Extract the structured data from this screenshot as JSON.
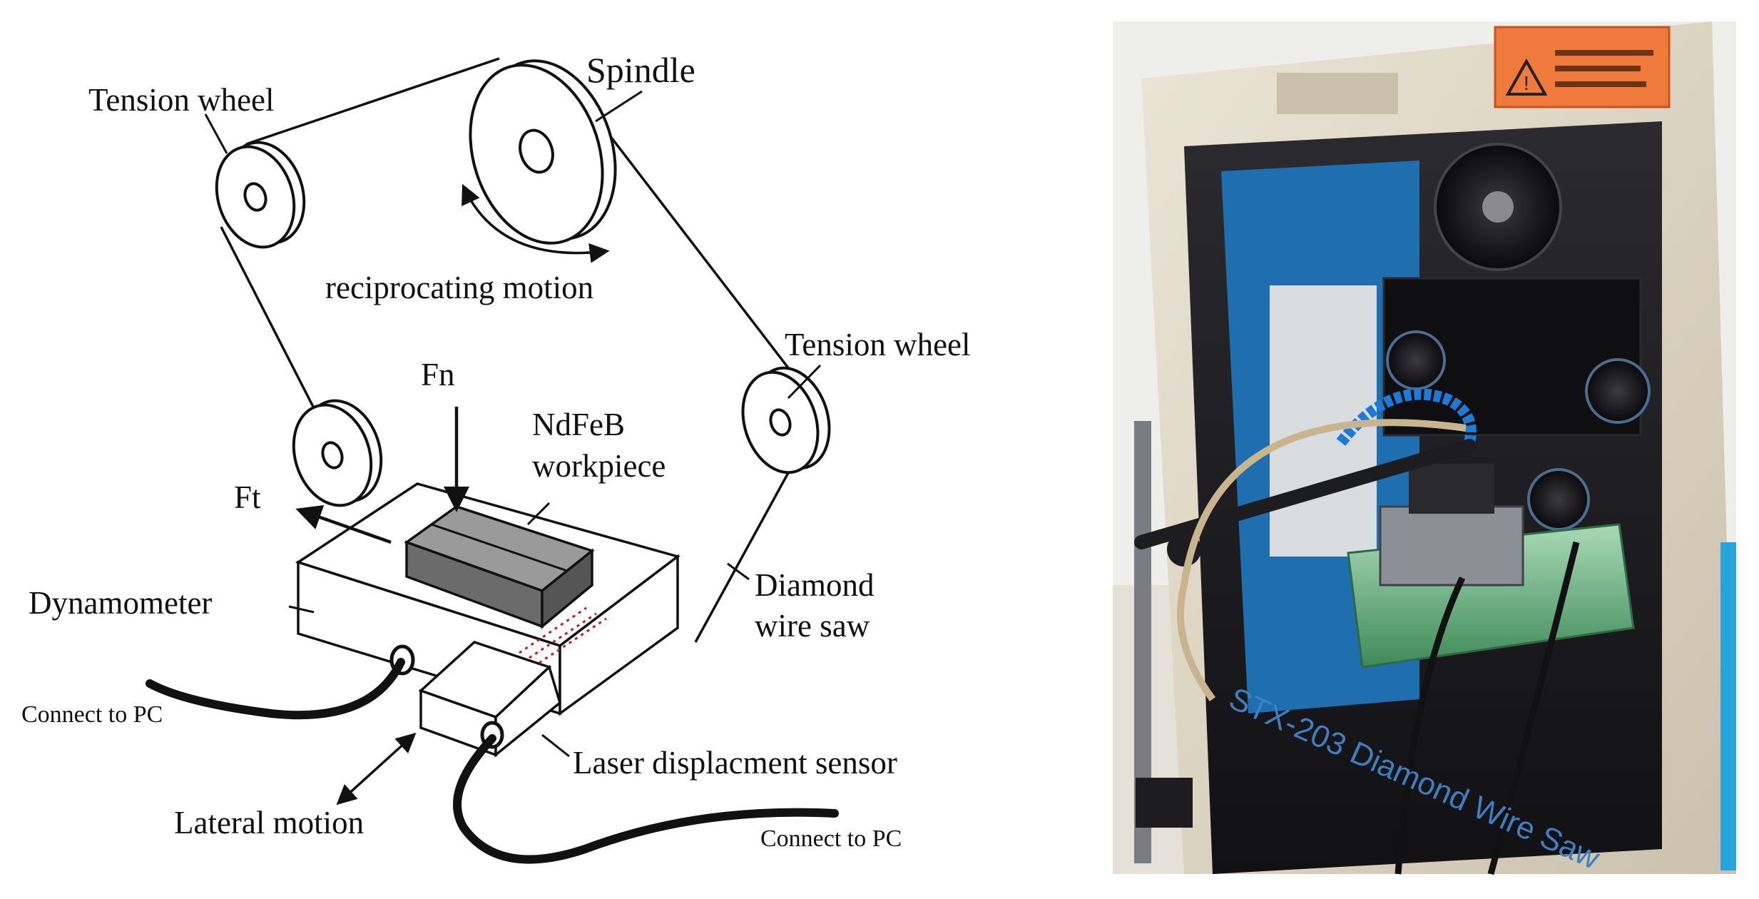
{
  "diagram": {
    "labels": {
      "spindle": "Spindle",
      "tension_wheel_left": "Tension wheel",
      "tension_wheel_right": "Tension wheel",
      "reciprocating_motion": "reciprocating motion",
      "fn": "Fn",
      "ft": "Ft",
      "workpiece_line1": "NdFeB",
      "workpiece_line2": "workpiece",
      "dynamometer": "Dynamometer",
      "diamond_wire_line1": "Diamond",
      "diamond_wire_line2": "wire saw",
      "connect_left": "Connect to PC",
      "connect_right": "Connect to PC",
      "laser_sensor": "Laser displacment sensor",
      "lateral_motion": "Lateral motion"
    }
  },
  "photo": {
    "machine_label": "STX-203 Diamond Wire Saw",
    "colors": {
      "cabinet": "#d9d0bd",
      "interior": "#1d1d20",
      "blue_panel": "#1f6fb0",
      "warning_label": "#f07a3c",
      "coolant_hose": "#1c7bd6"
    }
  }
}
